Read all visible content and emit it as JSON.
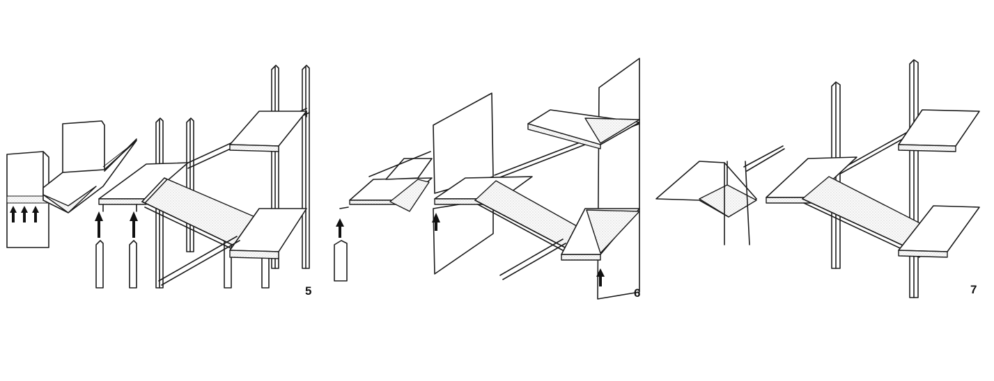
{
  "figures": [
    {
      "id": "fig-5",
      "label": "5"
    },
    {
      "id": "fig-6",
      "label": "6"
    },
    {
      "id": "fig-7",
      "label": "7"
    }
  ]
}
